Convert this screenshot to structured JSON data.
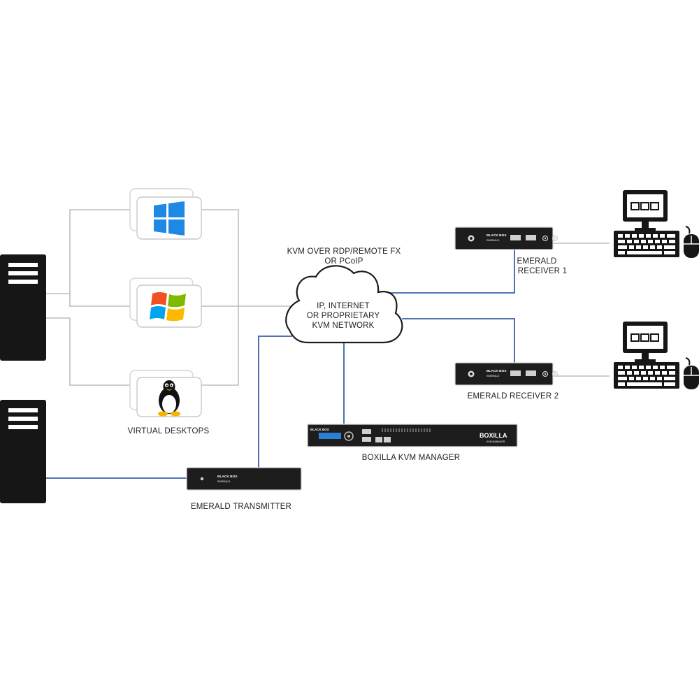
{
  "colors": {
    "gray_line": "#bdbdbd",
    "blue_line": "#3a62a8",
    "device_body": "#1d1d1d",
    "device_edge": "#d9d9d9"
  },
  "labels": {
    "kvm_over": "KVM OVER RDP/REMOTE FX",
    "or_pcoip": "OR PCoIP",
    "cloud_line1": "IP, INTERNET",
    "cloud_line2": "OR PROPRIETARY",
    "cloud_line3": "KVM NETWORK",
    "virtual_desktops": "VIRTUAL DESKTOPS",
    "receiver1_line1": "EMERALD",
    "receiver1_line2": "RECEIVER 1",
    "receiver2": "EMERALD RECEIVER 2",
    "boxilla": "BOXILLA KVM MANAGER",
    "transmitter": "EMERALD TRANSMITTER"
  },
  "device_text": {
    "brand": "BLACK BOX",
    "product": "EMERALD",
    "boxilla_brand": "BOXILLA",
    "boxilla_sub": "KVM MANAGER"
  },
  "icons": {
    "server_top": "server-tower-icon",
    "server_bottom": "server-tower-icon",
    "vdesktop_1": "windows-10-logo-icon",
    "vdesktop_2": "windows-classic-logo-icon",
    "vdesktop_3": "linux-tux-icon",
    "workstation_1": "computer-workstation-icon",
    "workstation_2": "computer-workstation-icon",
    "network": "cloud-icon"
  }
}
